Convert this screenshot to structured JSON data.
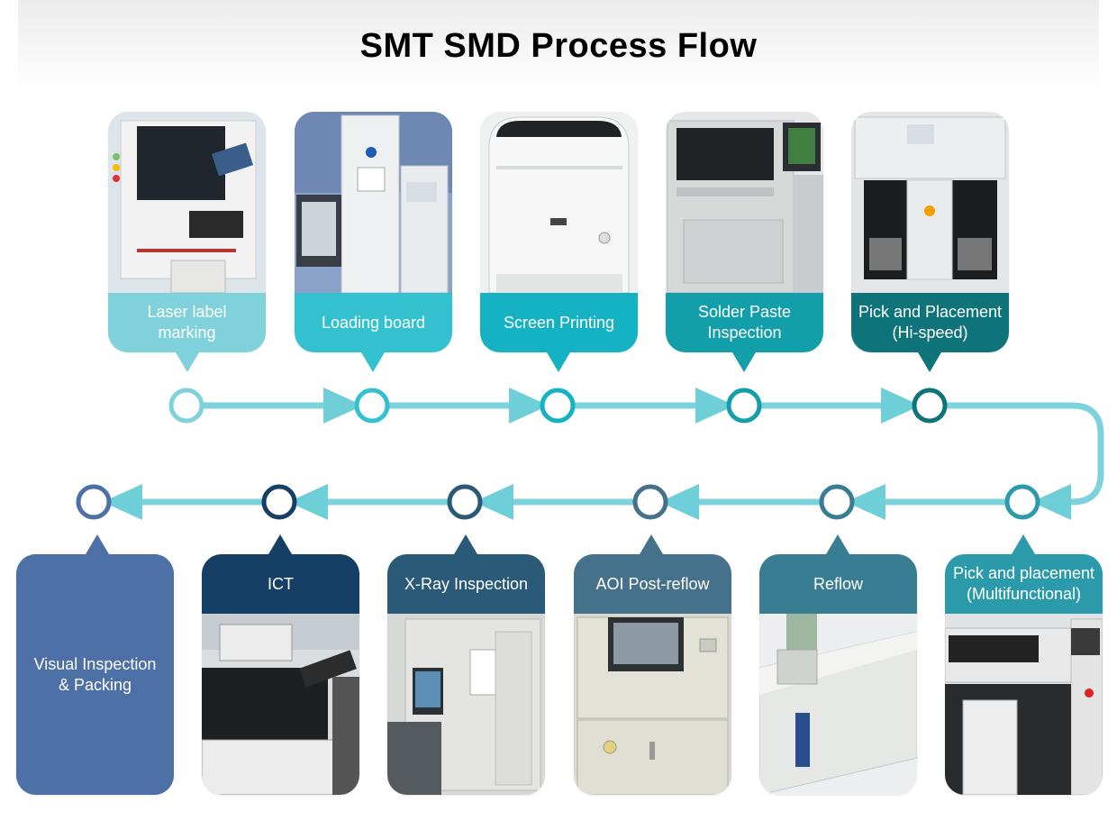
{
  "title": "SMT SMD Process Flow",
  "colors": {
    "line": "#7dd3dd",
    "arrow": "#6fcfd9",
    "circle_fill": "#ffffff"
  },
  "steps": [
    {
      "label": "Laser label\nmarking",
      "color": "#7fd1dc",
      "icon": "laser-marking-machine"
    },
    {
      "label": "Loading board",
      "color": "#33c1d0",
      "icon": "board-loader-machine"
    },
    {
      "label": "Screen Printing",
      "color": "#14b2c2",
      "icon": "screen-printer-machine"
    },
    {
      "label": "Solder Paste\nInspection",
      "color": "#129fa9",
      "icon": "spi-machine"
    },
    {
      "label": "Pick and Placement\n(Hi-speed)",
      "color": "#0e7479",
      "icon": "pick-place-machine"
    },
    {
      "label": "Pick and placement\n(Multifunctional)",
      "color": "#2b9aaa",
      "icon": "pick-place-multi-machine"
    },
    {
      "label": "Reflow",
      "color": "#387d92",
      "icon": "reflow-oven"
    },
    {
      "label": "AOI Post-reflow",
      "color": "#46718a",
      "icon": "aoi-machine"
    },
    {
      "label": "X-Ray Inspection",
      "color": "#2a5a78",
      "icon": "xray-machine"
    },
    {
      "label": "ICT",
      "color": "#163f66",
      "icon": "ict-tester"
    },
    {
      "label": "Visual Inspection\n& Packing",
      "color": "#4d70a6",
      "icon": "none"
    }
  ]
}
